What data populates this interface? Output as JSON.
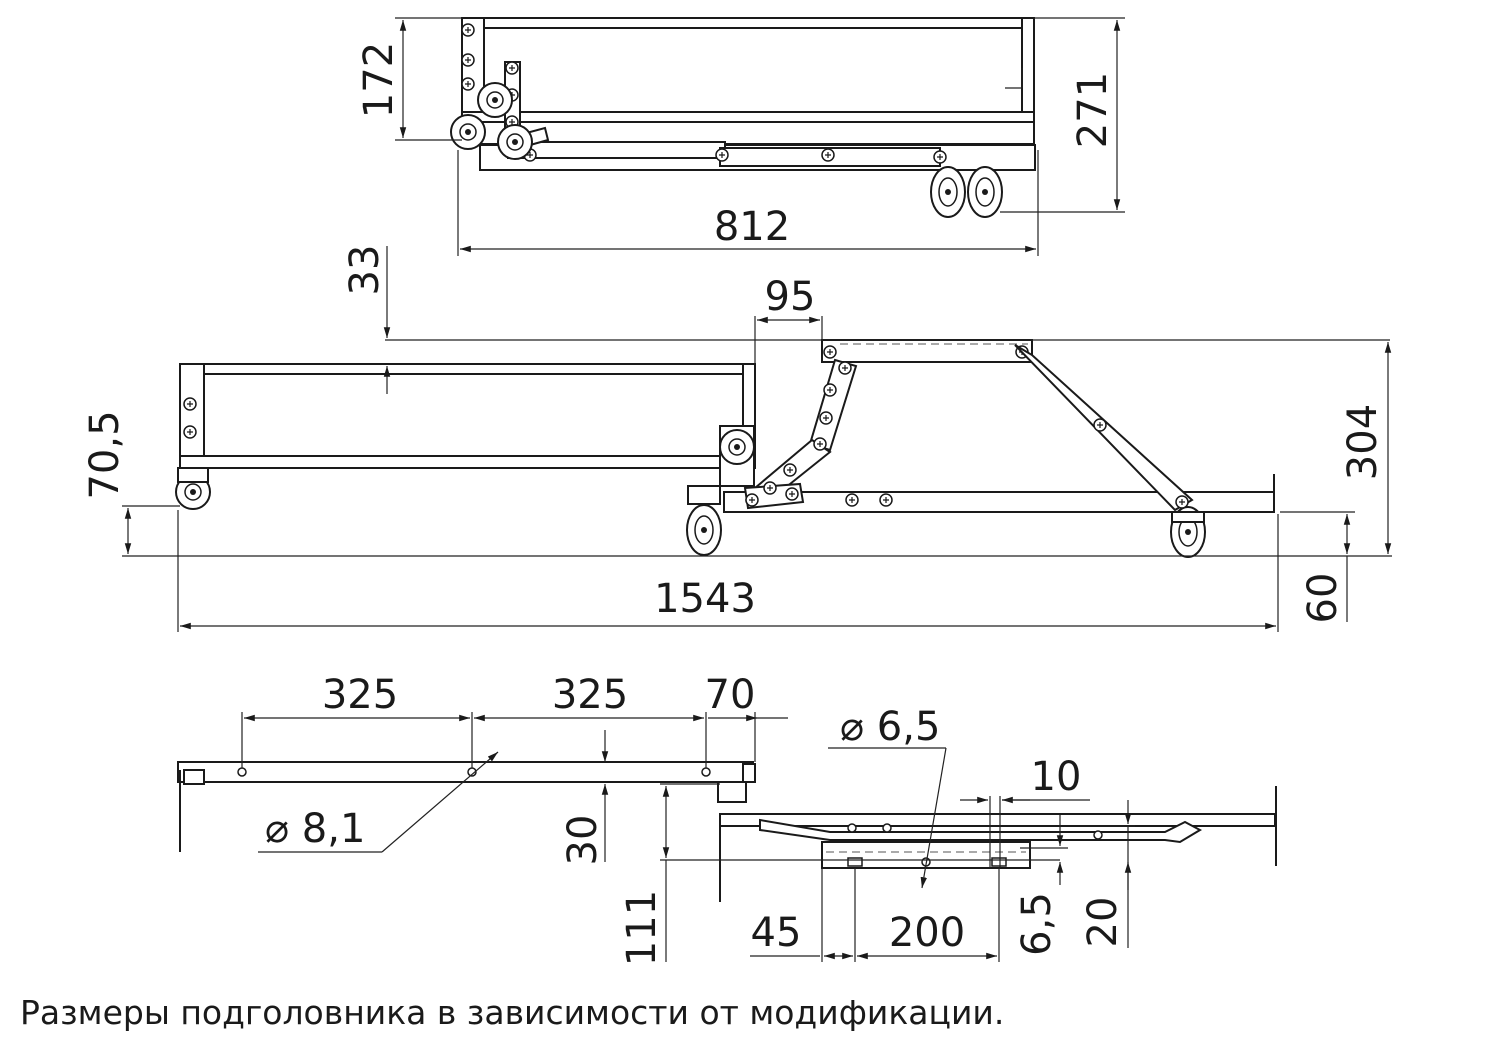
{
  "caption": "Размеры подголовника в зависимости от модификации.",
  "top_view": {
    "dim_height_small": "172",
    "dim_height_total": "271",
    "dim_length": "812"
  },
  "middle_view": {
    "dim_33": "33",
    "dim_95": "95",
    "dim_70_5": "70,5",
    "dim_304": "304",
    "dim_1543": "1543",
    "dim_60": "60"
  },
  "bottom_view": {
    "dim_325_a": "325",
    "dim_325_b": "325",
    "dim_70": "70",
    "dim_dia_8_1": "⌀ 8,1",
    "dim_30": "30",
    "dim_111": "111",
    "dim_dia_6_5": "⌀ 6,5",
    "dim_10": "10",
    "dim_45": "45",
    "dim_200": "200",
    "dim_6_5": "6,5",
    "dim_20": "20"
  }
}
